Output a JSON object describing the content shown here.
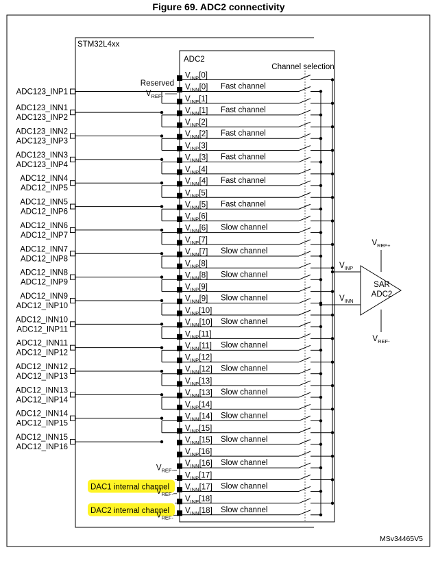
{
  "figure_title": "Figure 69. ADC2 connectivity",
  "device_label": "STM32L4xx",
  "adc_label": "ADC2",
  "channel_selection_label": "Channel selection",
  "reserved_label": "Reserved",
  "vref_minus": {
    "main": "V",
    "sub": "REF-"
  },
  "vref_plus": {
    "main": "V",
    "sub": "REF+"
  },
  "sar_lines": [
    "SAR",
    "ADC2"
  ],
  "sar_vinp": {
    "main": "V",
    "sub": "INP"
  },
  "sar_vinn": {
    "main": "V",
    "sub": "INN"
  },
  "doc_code": "MSv34465V5",
  "highlight_color": "#fff200",
  "channels": [
    {
      "n": "0",
      "type": "Fast channel"
    },
    {
      "n": "1",
      "type": "Fast channel"
    },
    {
      "n": "2",
      "type": "Fast channel"
    },
    {
      "n": "3",
      "type": "Fast channel"
    },
    {
      "n": "4",
      "type": "Fast channel"
    },
    {
      "n": "5",
      "type": "Fast channel"
    },
    {
      "n": "6",
      "type": "Slow channel"
    },
    {
      "n": "7",
      "type": "Slow channel"
    },
    {
      "n": "8",
      "type": "Slow channel"
    },
    {
      "n": "9",
      "type": "Slow channel"
    },
    {
      "n": "10",
      "type": "Slow channel"
    },
    {
      "n": "11",
      "type": "Slow channel"
    },
    {
      "n": "12",
      "type": "Slow channel"
    },
    {
      "n": "13",
      "type": "Slow channel"
    },
    {
      "n": "14",
      "type": "Slow channel"
    },
    {
      "n": "15",
      "type": "Slow channel"
    },
    {
      "n": "16",
      "type": "Slow channel"
    },
    {
      "n": "17",
      "type": "Slow channel"
    },
    {
      "n": "18",
      "type": "Slow channel"
    }
  ],
  "vinp_prefix": {
    "main": "V",
    "sub": "INP"
  },
  "vinn_prefix": {
    "main": "V",
    "sub": "INN"
  },
  "pins": [
    {
      "name": "ADC123_INP1",
      "kind": "single"
    },
    {
      "names": [
        "ADC123_INN1",
        "ADC123_INP2"
      ],
      "kind": "pair"
    },
    {
      "names": [
        "ADC123_INN2",
        "ADC123_INP3"
      ],
      "kind": "pair"
    },
    {
      "names": [
        "ADC123_INN3",
        "ADC123_INP4"
      ],
      "kind": "pair"
    },
    {
      "names": [
        "ADC12_INN4",
        "ADC12_INP5"
      ],
      "kind": "pair"
    },
    {
      "names": [
        "ADC12_INN5",
        "ADC12_INP6"
      ],
      "kind": "pair"
    },
    {
      "names": [
        "ADC12_INN6",
        "ADC12_INP7"
      ],
      "kind": "pair"
    },
    {
      "names": [
        "ADC12_INN7",
        "ADC12_INP8"
      ],
      "kind": "pair"
    },
    {
      "names": [
        "ADC12_INN8",
        "ADC12_INP9"
      ],
      "kind": "pair"
    },
    {
      "names": [
        "ADC12_INN9",
        "ADC12_INP10"
      ],
      "kind": "pair"
    },
    {
      "names": [
        "ADC12_INN10",
        "ADC12_INP11"
      ],
      "kind": "pair"
    },
    {
      "names": [
        "ADC12_INN11",
        "ADC12_INP12"
      ],
      "kind": "pair"
    },
    {
      "names": [
        "ADC12_INN12",
        "ADC12_INP13"
      ],
      "kind": "pair"
    },
    {
      "names": [
        "ADC12_INN13",
        "ADC12_INP14"
      ],
      "kind": "pair"
    },
    {
      "names": [
        "ADC12_INN14",
        "ADC12_INP15"
      ],
      "kind": "pair"
    },
    {
      "names": [
        "ADC12_INN15",
        "ADC12_INP16"
      ],
      "kind": "pair"
    }
  ],
  "internal_channels": [
    "DAC1 internal channel",
    "DAC2 internal channel"
  ]
}
